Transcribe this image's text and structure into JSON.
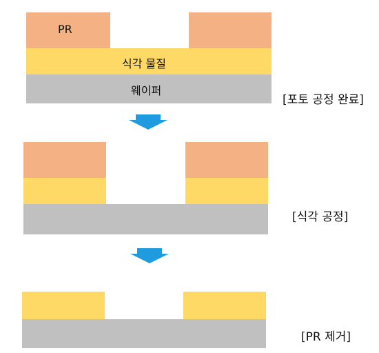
{
  "stage1": {
    "pr_label": "PR",
    "etch_label": "식각 물질",
    "wafer_label": "웨이퍼",
    "caption": "[포토 공정 완료]"
  },
  "stage2": {
    "caption": "[식각 공정]"
  },
  "stage3": {
    "caption": "[PR 제거]"
  },
  "colors": {
    "pr": "#f4b183",
    "etch_material": "#ffd966",
    "wafer": "#c0c0c0",
    "arrow": "#1f9be0"
  }
}
